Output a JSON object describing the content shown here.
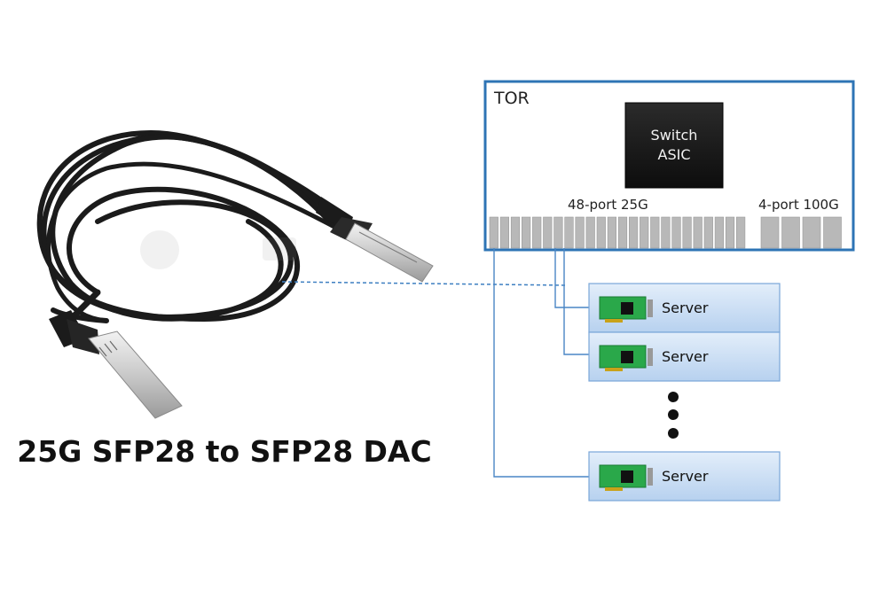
{
  "caption": "25G SFP28 to SFP28 DAC",
  "tor": {
    "label": "TOR",
    "asic_line1": "Switch",
    "asic_line2": "ASIC",
    "ports_25g_label": "48-port 25G",
    "ports_100g_label": "4-port 100G"
  },
  "servers": [
    {
      "label": "Server"
    },
    {
      "label": "Server"
    },
    {
      "label": "Server"
    }
  ],
  "colors": {
    "tor_border": "#2e74b5",
    "port_fill": "#b8b8b8",
    "server_fill": "#c5dbf3",
    "server_border": "#7aa6d8",
    "link": "#4a86c5",
    "nic_green": "#2aa84a",
    "asic": "#1a1a1a",
    "cable": "#1a1a1a"
  }
}
